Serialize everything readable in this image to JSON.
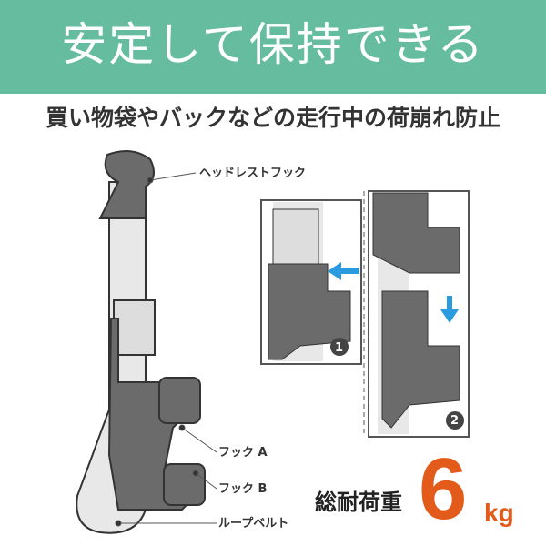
{
  "header": {
    "title": "安定して保持できる",
    "subtitle": "買い物袋やバックなどの走行中の荷崩れ防止"
  },
  "labels": {
    "headrest_hook": "ヘッドレストフック",
    "hook_a": "フック A",
    "hook_b": "フック B",
    "loop_belt": "ループベルト"
  },
  "steps": [
    {
      "number": "1"
    },
    {
      "number": "2"
    }
  ],
  "load": {
    "label": "総耐荷重",
    "value": "6",
    "unit": "kg"
  },
  "colors": {
    "banner": "#66bc9f",
    "accent": "#e35b1a",
    "arrow": "#2b9be0",
    "product": "#6b6b6b"
  }
}
